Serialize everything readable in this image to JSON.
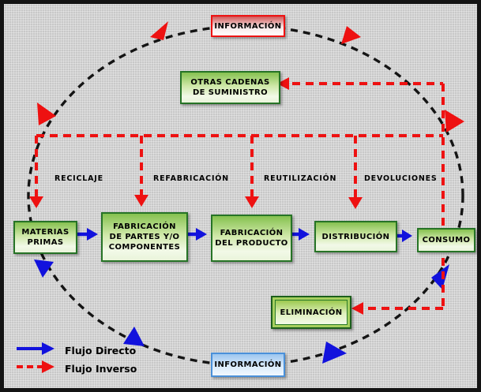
{
  "diagram": {
    "description": "Closed-loop supply chain flow diagram (Spanish)",
    "colors": {
      "direct_flow_blue": "#1212dd",
      "inverse_flow_red": "#ee1111",
      "cycle_dash_black": "#141414",
      "green_node_border": "#267326",
      "info_top_border": "#ee1111",
      "info_bottom_border": "#4a90d9",
      "background_gray": "#c8c8c8"
    },
    "nodes": {
      "info_top": {
        "lines": [
          "INFORMACIÓN"
        ]
      },
      "otras_cadenas": {
        "lines": [
          "OTRAS CADENAS",
          "DE SUMINISTRO"
        ]
      },
      "materias_primas": {
        "lines": [
          "MATERIAS",
          "PRIMAS"
        ]
      },
      "fabricacion_partes": {
        "lines": [
          "FABRICACIÓN",
          "DE PARTES Y/O",
          "COMPONENTES"
        ]
      },
      "fabricacion_producto": {
        "lines": [
          "FABRICACIÓN",
          "DEL PRODUCTO"
        ]
      },
      "distribucion": {
        "lines": [
          "DISTRIBUCIÓN"
        ]
      },
      "consumo": {
        "lines": [
          "CONSUMO"
        ]
      },
      "eliminacion": {
        "lines": [
          "ELIMINACIÓN"
        ]
      },
      "info_bottom": {
        "lines": [
          "INFORMACIÓN"
        ]
      }
    },
    "reverse_flow_labels": {
      "reciclaje": "RECICLAJE",
      "refabricacion": "REFABRICACIÓN",
      "reutilizacion": "REUTILIZACIÓN",
      "devoluciones": "DEVOLUCIONES"
    },
    "legend": {
      "direct_label": "Flujo Directo",
      "inverse_label": "Flujo Inverso"
    }
  }
}
